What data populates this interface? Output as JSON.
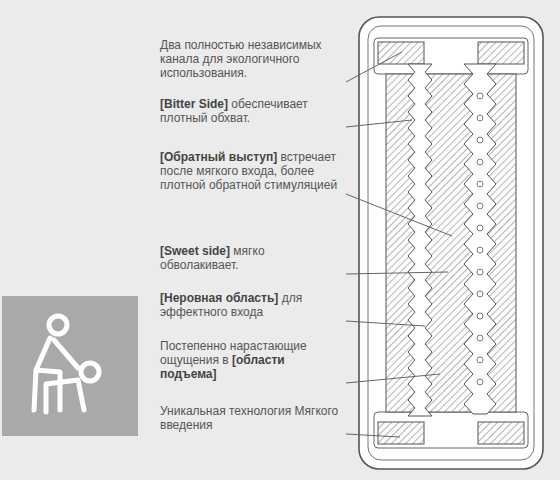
{
  "diagram": {
    "labels": [
      "Два полностью независимых канала для экологичного использования.",
      "[Bitter Side] обеспечивает плотный обхват.",
      "[Обратный выступ] встречает после мягкого входа, более плотной обратной стимуляцией",
      "[Sweet side] мягко обволакивает.",
      "[Неровная область] для эффектного входа",
      "Постепенно нарастающие ощущения в [области подъема]",
      "Уникальная технология Мягкого введения"
    ]
  }
}
